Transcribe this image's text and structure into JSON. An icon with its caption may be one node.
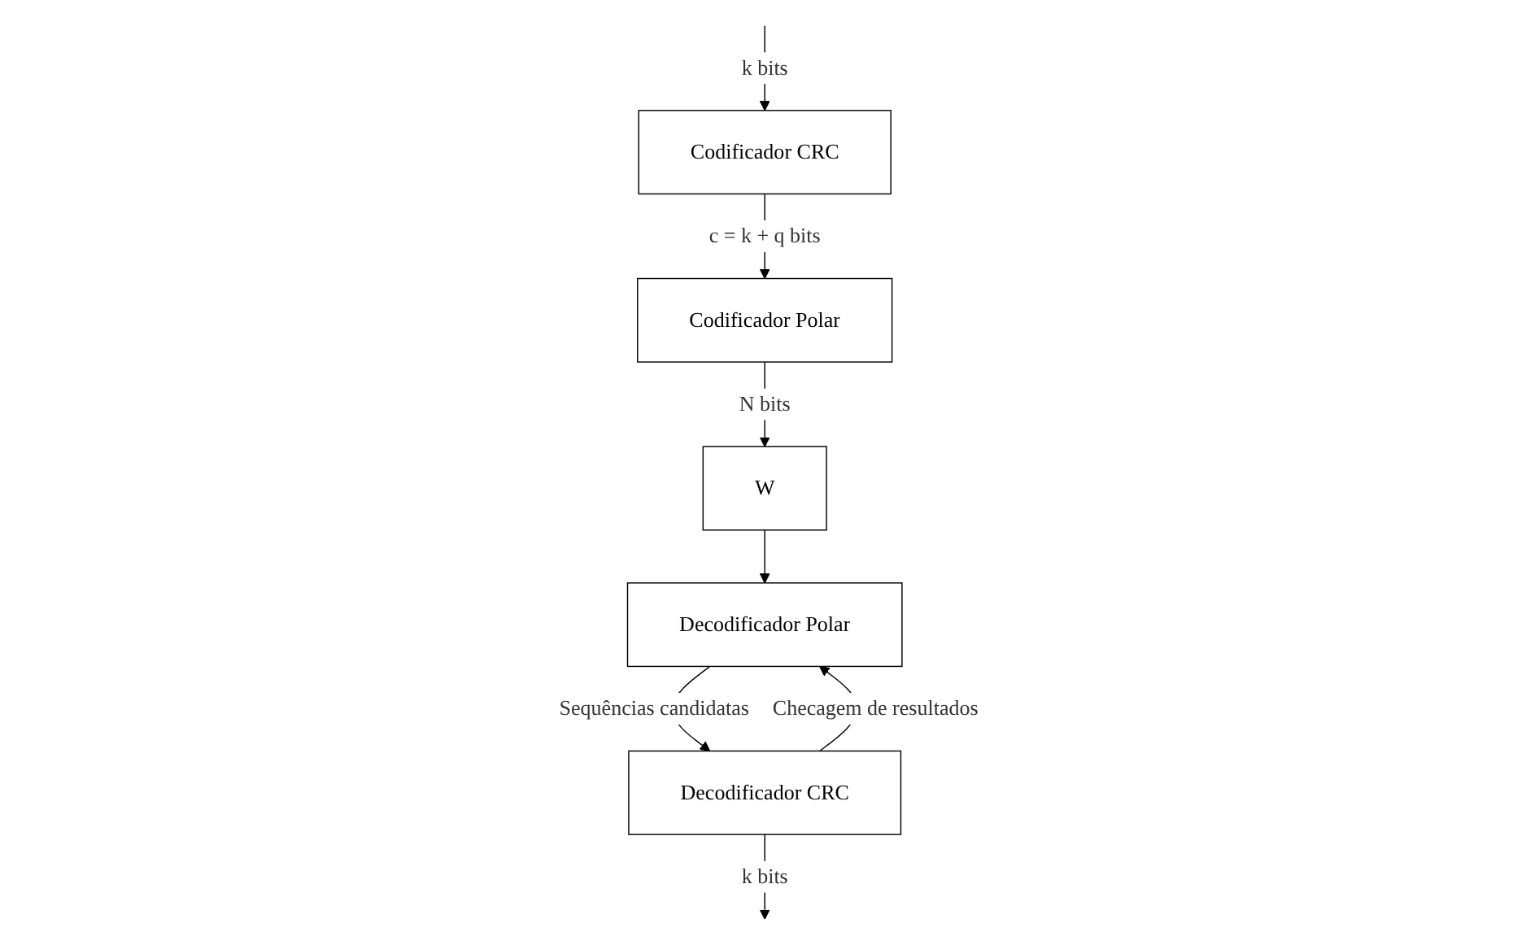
{
  "diagram": {
    "nodes": [
      {
        "text": [
          "Codificador CRC"
        ]
      },
      {
        "text": [
          "Codificador Polar"
        ]
      },
      {
        "text": [
          "W"
        ]
      },
      {
        "text": [
          "Decodificador Polar"
        ]
      },
      {
        "text": [
          "Decodificador CRC"
        ]
      }
    ],
    "edges": [
      {
        "from": null,
        "to": 0,
        "arrow": "to",
        "label": "k bits"
      },
      {
        "from": 0,
        "to": 1,
        "arrow": "to",
        "label": "c = k + q bits"
      },
      {
        "from": 1,
        "to": 2,
        "arrow": "to",
        "label": "N bits"
      },
      {
        "from": 2,
        "to": 3,
        "arrow": "to"
      },
      {
        "from": 3,
        "to": 4,
        "arrow": "to",
        "label": "Sequências candidatas"
      },
      {
        "from": 4,
        "to": 3,
        "arrow": "to",
        "label": "Checagem de resultados"
      },
      {
        "from": 4,
        "to": null,
        "arrow": "to",
        "label": "k bits"
      }
    ]
  }
}
